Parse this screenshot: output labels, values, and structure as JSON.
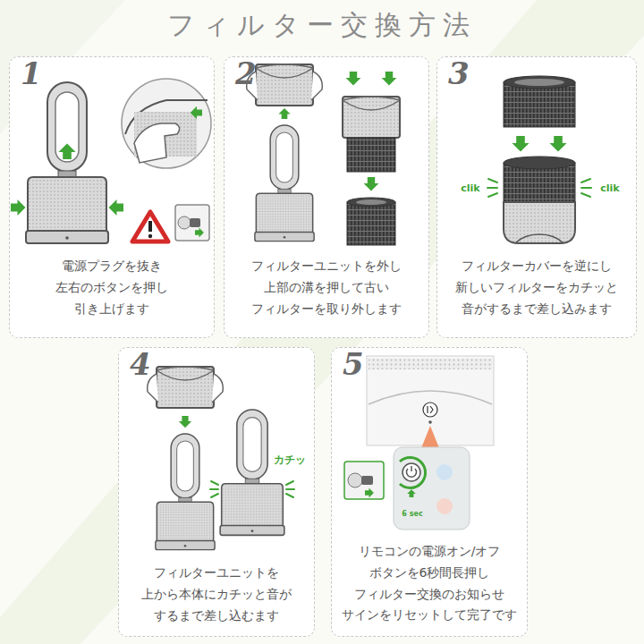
{
  "diagram": {
    "title": "フィルター交換方法",
    "nodes": [
      {
        "text": [
          "1",
          "電源プラグを抜き 左右のボタンを押し 引き上げます"
        ]
      },
      {
        "text": [
          "2",
          "フィルターユニットを外し 上部の溝を押して古い フィルターを取り外します"
        ]
      },
      {
        "text": [
          "3",
          "フィルターカバーを逆にし 新しいフィルターをカチッと 音がするまで差し込みます"
        ]
      },
      {
        "text": [
          "4",
          "フィルターユニットを 上から本体にカチッと音が するまで差し込むます"
        ]
      },
      {
        "text": [
          "5",
          "リモコンの電源オン/オフ ボタンを6秒間長押し フィルター交換のお知らせ サインをリセットして完了です"
        ]
      }
    ],
    "labels": [
      "clik",
      "clik",
      "カチッ",
      "6 sec"
    ]
  }
}
